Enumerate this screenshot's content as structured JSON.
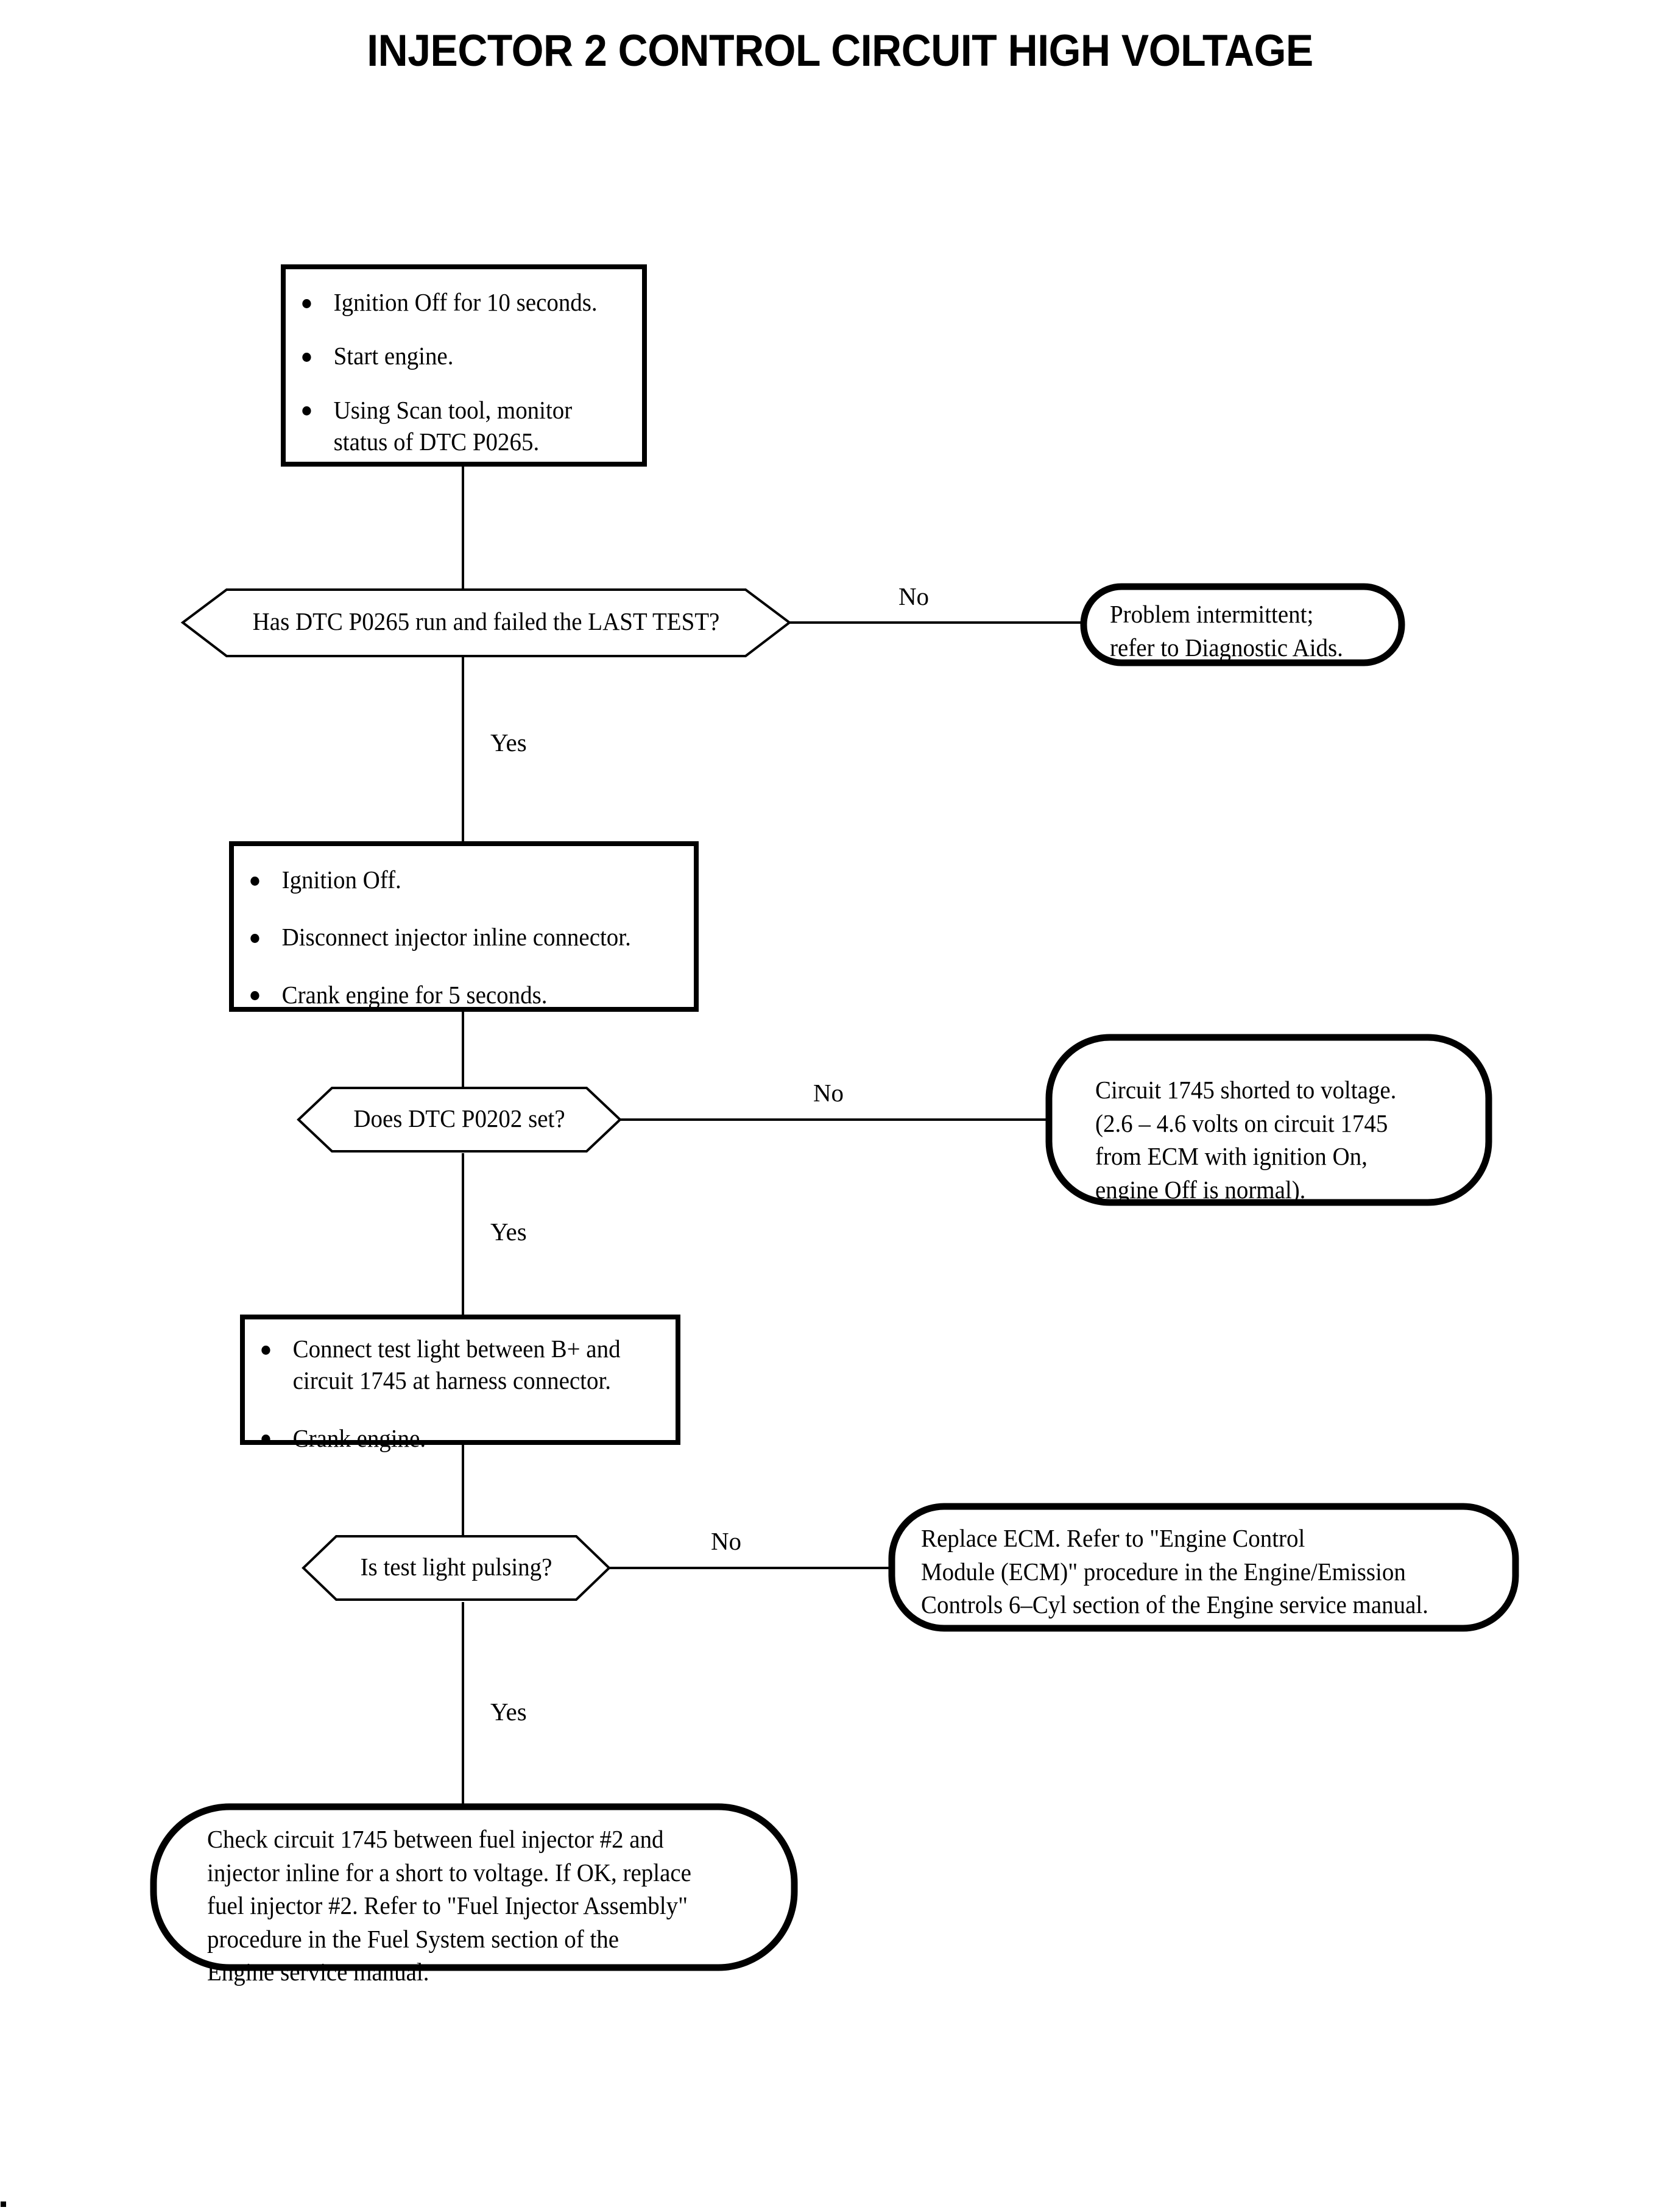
{
  "document": {
    "title": "INJECTOR 2 CONTROL CIRCUIT HIGH VOLTAGE",
    "type": "diagnostic-flowchart",
    "ink_color": "#000000",
    "background_color": "#ffffff"
  },
  "flow": {
    "steps": [
      {
        "id": "step-1",
        "shape": "process",
        "bullets": [
          "Ignition Off for 10 seconds.",
          "Start engine.",
          "Using Scan tool, monitor\nstatus of DTC P0265."
        ]
      },
      {
        "id": "decision-1",
        "shape": "decision",
        "question": "Has DTC P0265 run and failed the LAST TEST?",
        "no_label": "No",
        "yes_label": "Yes"
      },
      {
        "id": "terminal-1",
        "shape": "terminal",
        "text": "Problem intermittent;\nrefer to Diagnostic Aids."
      },
      {
        "id": "step-2",
        "shape": "process",
        "bullets": [
          "Ignition Off.",
          "Disconnect injector inline connector.",
          "Crank engine for 5 seconds."
        ]
      },
      {
        "id": "decision-2",
        "shape": "decision",
        "question": "Does DTC P0202 set?",
        "no_label": "No",
        "yes_label": "Yes"
      },
      {
        "id": "terminal-2",
        "shape": "terminal",
        "text": "Circuit 1745 shorted to voltage.\n(2.6 – 4.6 volts on circuit 1745\nfrom ECM with ignition On,\nengine Off is normal)."
      },
      {
        "id": "step-3",
        "shape": "process",
        "bullets": [
          "Connect test light between B+ and\ncircuit 1745 at harness connector.",
          "Crank engine."
        ]
      },
      {
        "id": "decision-3",
        "shape": "decision",
        "question": "Is test light pulsing?",
        "no_label": "No",
        "yes_label": "Yes"
      },
      {
        "id": "terminal-3",
        "shape": "terminal",
        "text": "Replace ECM. Refer to \"Engine Control\nModule (ECM)\" procedure in the Engine/Emission\nControls 6–Cyl section of the Engine service manual."
      },
      {
        "id": "terminal-4",
        "shape": "terminal",
        "text": "Check circuit 1745 between fuel injector #2 and\ninjector inline for a short to voltage. If OK, replace\nfuel injector #2. Refer to \"Fuel Injector Assembly\"\nprocedure in the Fuel System section of the\nEngine service manual."
      }
    ]
  }
}
